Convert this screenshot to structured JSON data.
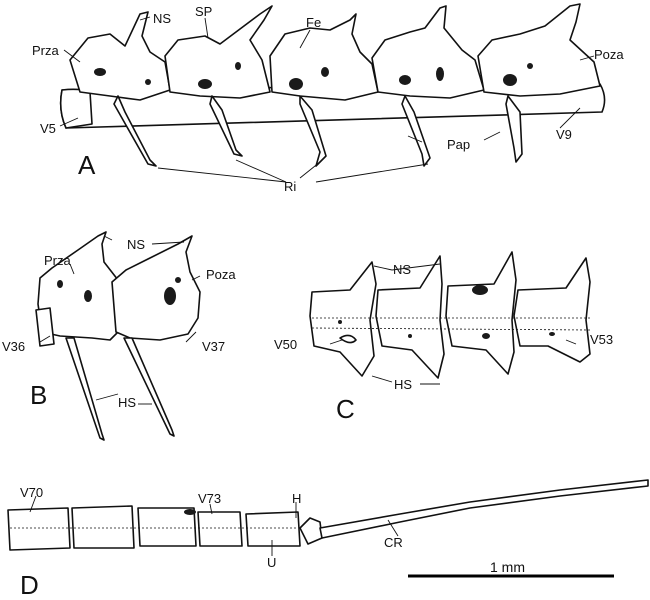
{
  "panels": {
    "a": "A",
    "b": "B",
    "c": "C",
    "d": "D"
  },
  "labels": {
    "ns": "NS",
    "sp": "SP",
    "fe": "Fe",
    "prza": "Prza",
    "poza": "Poza",
    "v5": "V5",
    "v9": "V9",
    "pap": "Pap",
    "ri": "Ri",
    "v36": "V36",
    "v37": "V37",
    "hs": "HS",
    "v50": "V50",
    "v53": "V53",
    "v70": "V70",
    "v73": "V73",
    "h": "H",
    "u": "U",
    "cr": "CR"
  },
  "scale_bar": {
    "label": "1 mm"
  }
}
